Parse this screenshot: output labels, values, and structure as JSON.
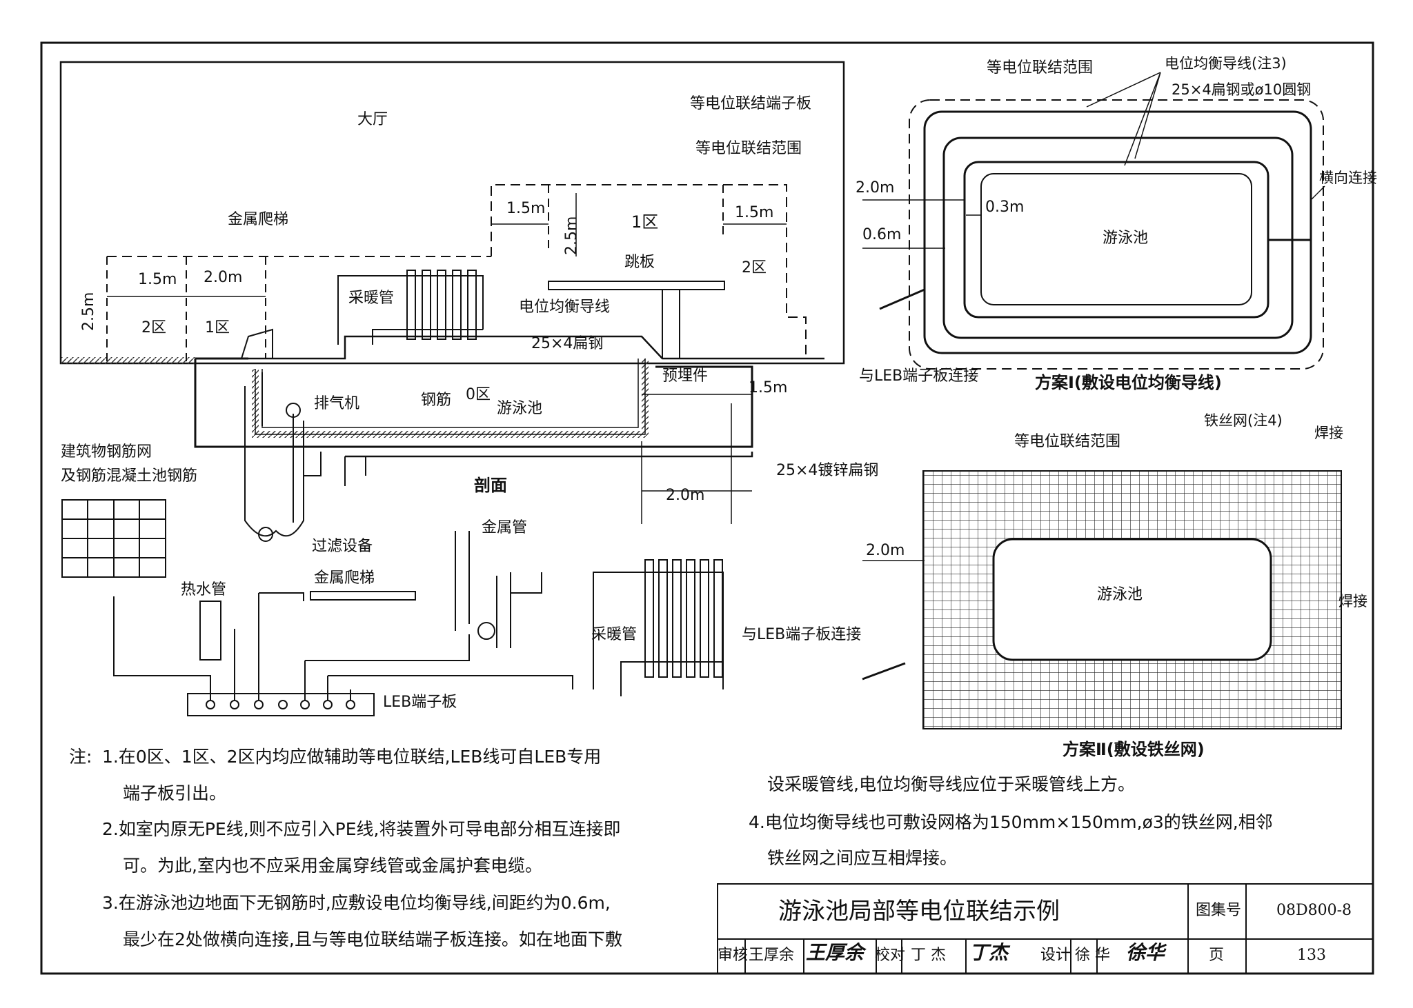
{
  "section_view": {
    "hall": "大厅",
    "zone_range_label": "等电位联结范围",
    "terminal_board_label": "等电位联结端子板",
    "metal_ladder": "金属爬梯",
    "dim_1_5m_a": "1.5m",
    "dim_2_5m_a": "2.5m",
    "dim_1_5m_b": "1.5m",
    "zone1_top": "1区",
    "zone2_right": "2区",
    "diving_board": "跳板",
    "left_dim_2_5m": "2.5m",
    "left_dim_1_5m": "1.5m",
    "left_dim_2_0m": "2.0m",
    "left_zone2": "2区",
    "left_zone1": "1区",
    "heating_pipe": "采暖管",
    "equipotential_conductor": "电位均衡导线",
    "flat_steel": "25×4扁钢",
    "embedded_part": "预埋件",
    "dim_1_5m_c": "1.5m",
    "exhaust": "排气机",
    "rebar": "钢筋",
    "zone0": "0区",
    "pool": "游泳池",
    "galv_flat_steel": "25×4镀锌扁钢",
    "dim_2_0m": "2.0m",
    "title_section": "剖面"
  },
  "connection_view": {
    "building_rebar_l1": "建筑物钢筋网",
    "building_rebar_l2": "及钢筋混凝土池钢筋",
    "filter": "过滤设备",
    "metal_pipe": "金属管",
    "hot_water_pipe": "热水管",
    "metal_ladder": "金属爬梯",
    "heating_pipe": "采暖管",
    "leb_board": "LEB端子板"
  },
  "scheme1": {
    "zone_range": "等电位联结范围",
    "conductor_note": "电位均衡导线(注3)",
    "conductor_spec": "25×4扁钢或ø10圆钢",
    "dim_2_0m": "2.0m",
    "dim_0_3m": "0.3m",
    "dim_0_6m": "0.6m",
    "cross_link": "横向连接",
    "pool": "游泳池",
    "leb_connect": "与LEB端子板连接",
    "title": "方案Ⅰ(敷设电位均衡导线)"
  },
  "scheme2": {
    "zone_range": "等电位联结范围",
    "wire_mesh": "铁丝网(注4)",
    "weld_top": "焊接",
    "dim_2_0m": "2.0m",
    "pool": "游泳池",
    "weld_right": "焊接",
    "leb_connect": "与LEB端子板连接",
    "title": "方案Ⅱ(敷设铁丝网)"
  },
  "notes": {
    "prefix": "注:",
    "n1a": "1.在0区、1区、2区内均应做辅助等电位联结,LEB线可自LEB专用",
    "n1b": "端子板引出。",
    "n2a": "2.如室内原无PE线,则不应引入PE线,将装置外可导电部分相互连接即",
    "n2b": "可。为此,室内也不应采用金属穿线管或金属护套电缆。",
    "n3a": "3.在游泳池边地面下无钢筋时,应敷设电位均衡导线,间距约为0.6m,",
    "n3b": "最少在2处做横向连接,且与等电位联结端子板连接。如在地面下敷",
    "n3c": "设采暖管线,电位均衡导线应位于采暖管线上方。",
    "n4a": "4.电位均衡导线也可敷设网格为150mm×150mm,ø3的铁丝网,相邻",
    "n4b": "铁丝网之间应互相焊接。"
  },
  "title_block": {
    "title": "游泳池局部等电位联结示例",
    "atlas_label": "图集号",
    "atlas_no": "08D800-8",
    "review_label": "审核",
    "reviewer": "王厚余",
    "check_label": "校对",
    "checker": "丁 杰",
    "design_label": "设计",
    "designer": "徐 华",
    "page_label": "页",
    "page_no": "133"
  }
}
